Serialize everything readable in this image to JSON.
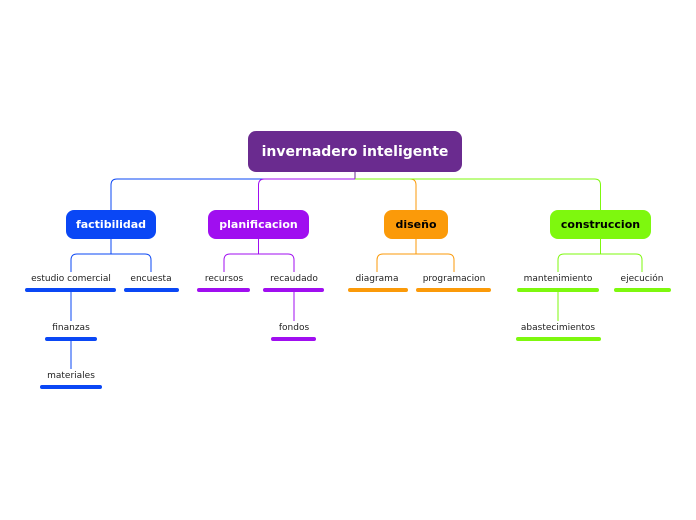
{
  "root": {
    "label": "invernadero inteligente",
    "color": "#6a2b8f"
  },
  "branches": [
    {
      "label": "factibilidad",
      "color": "#0a47f5",
      "text_color": "#ffffff",
      "children": [
        {
          "label": "estudio comercial",
          "children": [
            {
              "label": "finanzas",
              "children": [
                {
                  "label": "materiales"
                }
              ]
            }
          ]
        },
        {
          "label": "encuesta"
        }
      ]
    },
    {
      "label": "planificacion",
      "color": "#a00ef0",
      "text_color": "#ffffff",
      "children": [
        {
          "label": "recursos"
        },
        {
          "label": "recaudado",
          "children": [
            {
              "label": "fondos"
            }
          ]
        }
      ]
    },
    {
      "label": "diseño",
      "color": "#fb9a09",
      "text_color": "#000000",
      "children": [
        {
          "label": "diagrama"
        },
        {
          "label": "programacion"
        }
      ]
    },
    {
      "label": "construccion",
      "color": "#7ef80e",
      "text_color": "#000000",
      "children": [
        {
          "label": "mantenimiento",
          "children": [
            {
              "label": "abastecimientos"
            }
          ]
        },
        {
          "label": "ejecución"
        }
      ]
    }
  ]
}
